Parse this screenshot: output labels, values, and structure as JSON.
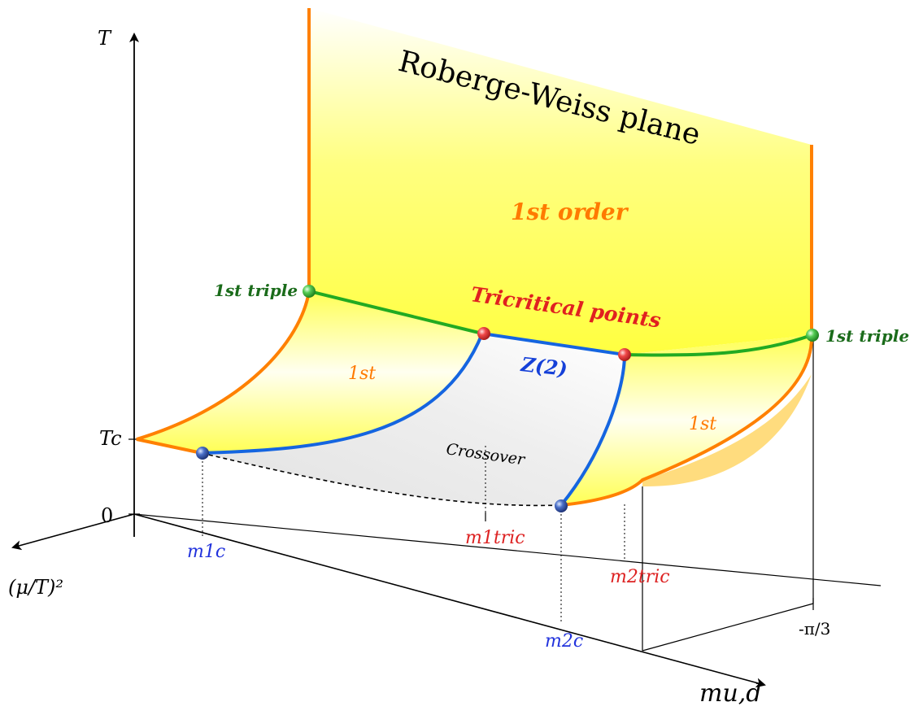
{
  "title": "Roberge-Weiss plane",
  "regions": {
    "first_order_plane": "1st order",
    "first_left": "1st",
    "first_right": "1st",
    "crossover": "Crossover",
    "z2": "Z(2)"
  },
  "points": {
    "tricritical": "Tricritical points",
    "triple_left": "1st triple",
    "triple_right": "1st triple"
  },
  "axes": {
    "T": "T",
    "Tc": "Tc",
    "zero": "0",
    "mu_over_T_sq": "(μ/T)²",
    "m_ud": "mu,d",
    "minus_pi_over_3": "-π/3"
  },
  "mass_labels": {
    "m1c": "m1c",
    "m2c": "m2c",
    "m1tric": "m1tric",
    "m2tric": "m2tric"
  },
  "colors": {
    "first_order_surface": "#ffff66",
    "orange_line": "#ff8000",
    "triple_line": "#22aa22",
    "z2_line": "#1565e0",
    "tricritical_point": "#e83030",
    "triple_label": "#1a6b1a",
    "mass_label_c": "#2233dd",
    "mass_label_tric": "#dd2222",
    "region_label": "#ff7a00"
  }
}
